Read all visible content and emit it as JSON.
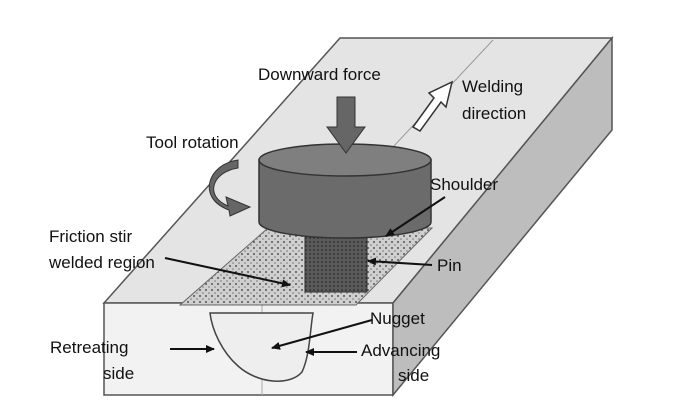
{
  "labels": {
    "downward_force": "Downward force",
    "welding_direction_line1": "Welding",
    "welding_direction_line2": "direction",
    "tool_rotation": "Tool rotation",
    "shoulder": "Shoulder",
    "friction_stir_line1": "Friction stir",
    "friction_stir_line2": "welded region",
    "pin": "Pin",
    "nugget": "Nugget",
    "retreating_line1": "Retreating",
    "retreating_line2": "side",
    "advancing_line1": "Advancing",
    "advancing_line2": "side"
  },
  "colors": {
    "plate_top": "#e4e4e4",
    "plate_front": "#f2f2f2",
    "plate_side": "#bdbdbd",
    "tool_side": "#6b6b6b",
    "tool_top": "#7f7f7f",
    "pin": "#4a4a4a",
    "weld_zone": "#c8c8c8",
    "nugget": "#eeeeee"
  }
}
